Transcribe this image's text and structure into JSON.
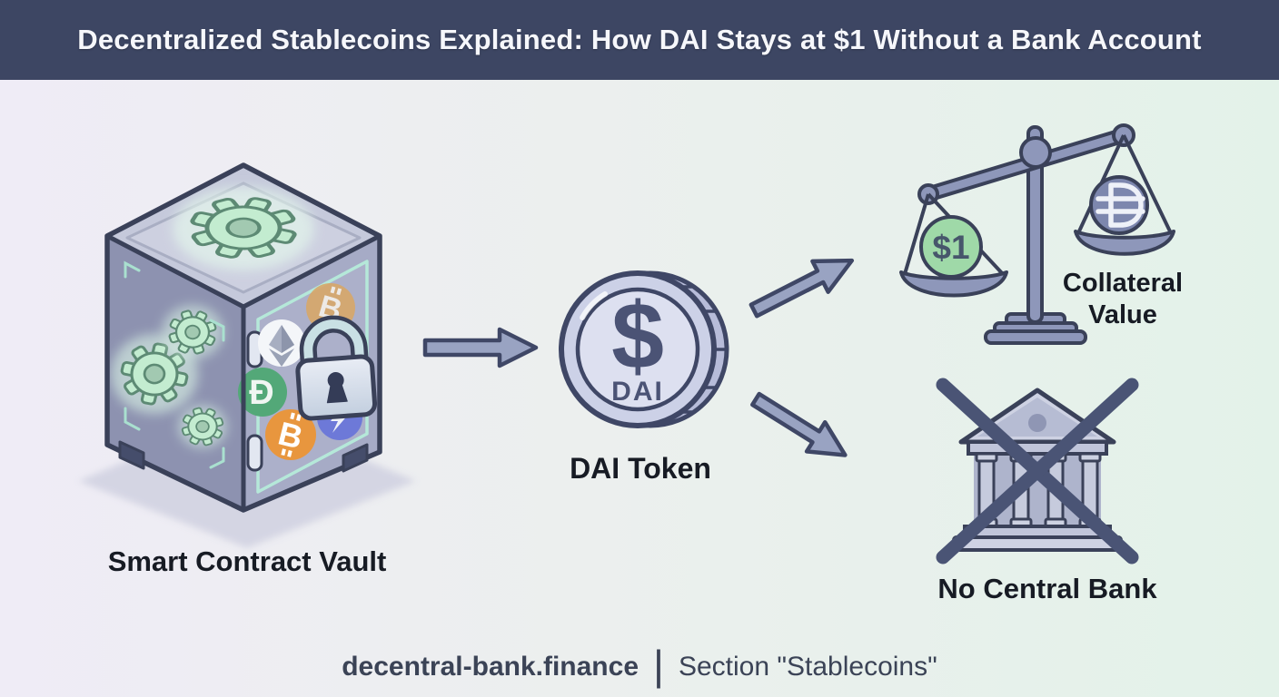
{
  "header": {
    "title": "Decentralized Stablecoins Explained: How DAI Stays at $1 Without a Bank Account"
  },
  "vault": {
    "label": "Smart Contract Vault",
    "icons": [
      "gear-icon",
      "bitcoin-icon",
      "ethereum-icon",
      "dai-icon",
      "altcoin-icon",
      "padlock-icon"
    ]
  },
  "dai_token": {
    "label": "DAI Token",
    "coin_symbol": "$",
    "coin_name": "DAI"
  },
  "scale": {
    "label_line1": "Collateral",
    "label_line2": "Value",
    "left_pan_value": "$1",
    "right_pan_symbol": "dai-symbol"
  },
  "bank": {
    "label": "No Central Bank"
  },
  "glyphs": {
    "btc": "B",
    "dai_door": "Ð"
  },
  "footer": {
    "site": "decentral-bank.finance",
    "separator": "|",
    "section": "Section \"Stablecoins\""
  },
  "colors": {
    "header_bg": "#3d4663",
    "bg_left": "#efecf6",
    "bg_right": "#e3f2e9",
    "outline_navy": "#3a4159",
    "slate_fill": "#99a3c2",
    "gear_green": "#c3ecd0",
    "btc_orange": "#e8963e",
    "dai_green": "#53a878",
    "alt_blue": "#6d79d8",
    "peg_green": "#9fd9a8",
    "coin_lavender": "#ccd1e7"
  }
}
